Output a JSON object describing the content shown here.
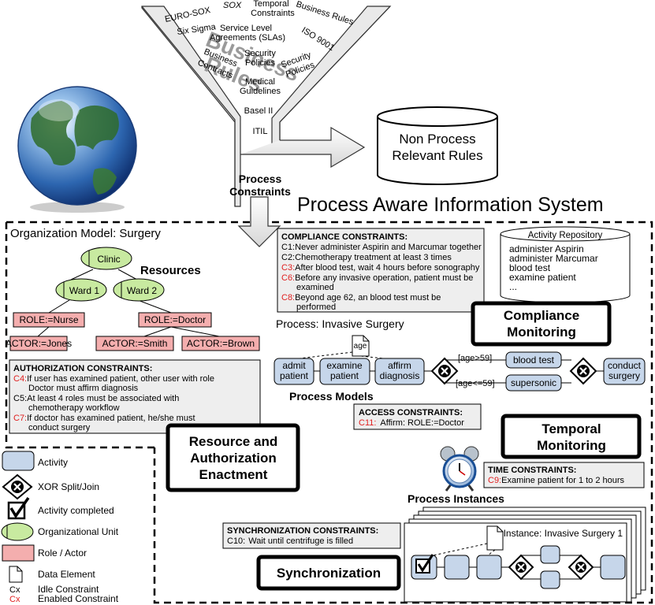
{
  "funnel_words": {
    "euro_sox": "EURO-SOX",
    "sox": "SOX",
    "temporal_1": "Temporal",
    "temporal_2": "Constraints",
    "business_rules": "Business Rules",
    "six_sigma": "Six Sigma",
    "sla_1": "Service Level",
    "sla_2": "Agreements (SLAs)",
    "iso": "ISO 9001",
    "bc_1": "Business",
    "bc_2": "Contracts",
    "sec_1": "Security",
    "sec_2": "Policies",
    "sec2_1": "Security",
    "sec2_2": "Policies",
    "med_1": "Medical",
    "med_2": "Guidelines",
    "basel": "Basel II",
    "itil": "ITIL",
    "watermark_1": "Business",
    "watermark_2": "Rules"
  },
  "process_constraints": {
    "line1": "Process",
    "line2": "Constraints"
  },
  "non_process": {
    "line1": "Non Process",
    "line2": "Relevant Rules"
  },
  "system_title": "Process Aware Information System",
  "org_model": {
    "title": "Organization Model: Surgery",
    "resources": "Resources",
    "clinic": "Clinic",
    "ward1": "Ward 1",
    "ward2": "Ward 2",
    "role_nurse": "ROLE:=Nurse",
    "role_doctor": "ROLE:=Doctor",
    "actor_jones": "ACTOR:=Jones",
    "actor_smith": "ACTOR:=Smith",
    "actor_brown": "ACTOR:=Brown"
  },
  "compliance": {
    "title": "COMPLIANCE CONSTRAINTS:",
    "items": [
      {
        "id": "C1:",
        "text": "Never administer Aspirin and Marcumar together",
        "enabled": false
      },
      {
        "id": "C2:",
        "text": "Chemotherapy treatment at least 3 times",
        "enabled": false
      },
      {
        "id": "C3:",
        "text": "After blood test, wait 4 hours before sonography",
        "enabled": true
      },
      {
        "id": "C6:",
        "text": "Before any invasive operation, patient must be",
        "text2": "examined",
        "enabled": true
      },
      {
        "id": "C8:",
        "text": "Beyond age 62, an blood test must be",
        "text2": "performed",
        "enabled": true
      }
    ]
  },
  "activity_repo": {
    "title": "Activity Repository",
    "items": [
      "administer Aspirin",
      "administer Marcumar",
      "blood test",
      "examine patient",
      "..."
    ]
  },
  "compliance_monitoring": {
    "line1": "Compliance",
    "line2": "Monitoring"
  },
  "process": {
    "title": "Process: Invasive Surgery",
    "data_element": "age",
    "activities": {
      "admit_1": "admit",
      "admit_2": "patient",
      "examine_1": "examine",
      "examine_2": "patient",
      "affirm_1": "affirm",
      "affirm_2": "diagnosis",
      "blood_test": "blood test",
      "supersonic": "supersonic",
      "surgery_1": "conduct",
      "surgery_2": "surgery"
    },
    "cond_upper": "[age>59]",
    "cond_lower": "[age<=59]",
    "models_label": "Process Models"
  },
  "authorization": {
    "title": "AUTHORIZATION CONSTRAINTS:",
    "items": [
      {
        "id": "C4:",
        "text": "If user has examined patient, other user with role",
        "text2": "Doctor must affirm diagnosis",
        "enabled": true
      },
      {
        "id": "C5:",
        "text": "At least 4 roles must be associated with",
        "text2": "chemotherapy workflow",
        "enabled": false
      },
      {
        "id": "C7:",
        "text": "If doctor has examined patient, he/she must",
        "text2": "conduct surgery",
        "enabled": true
      }
    ]
  },
  "access": {
    "title": "ACCESS CONSTRAINTS:",
    "id": "C11:",
    "text": "Affirm: ROLE:=Doctor"
  },
  "resource_enactment": {
    "line1": "Resource and",
    "line2": "Authorization",
    "line3": "Enactment"
  },
  "temporal_monitoring": {
    "line1": "Temporal",
    "line2": "Monitoring"
  },
  "time": {
    "title": "TIME CONSTRAINTS:",
    "id": "C9:",
    "text": "Examine patient for 1 to 2 hours"
  },
  "legend": {
    "activity": "Activity",
    "xor": "XOR Split/Join",
    "completed": "Activity completed",
    "org_unit": "Organizational Unit",
    "role_actor": "Role / Actor",
    "data_element": "Data Element",
    "cx_idle": "Cx",
    "cx_enabled": "Cx",
    "idle": "Idle Constraint",
    "enabled": "Enabled Constraint"
  },
  "instances": {
    "title": "Process Instances",
    "instance_label": "Instance: Invasive Surgery 1"
  },
  "sync": {
    "title": "SYNCHRONIZATION CONSTRAINTS:",
    "id": "C10:",
    "text": "Wait until centrifuge is filled"
  },
  "synchronization": "Synchronization",
  "colors": {
    "activity": "#c6d6ea",
    "org_unit": "#c8eaa0",
    "role": "#f4aeae",
    "constraint_box": "#eeeeee",
    "enabled_red": "#e02020"
  }
}
